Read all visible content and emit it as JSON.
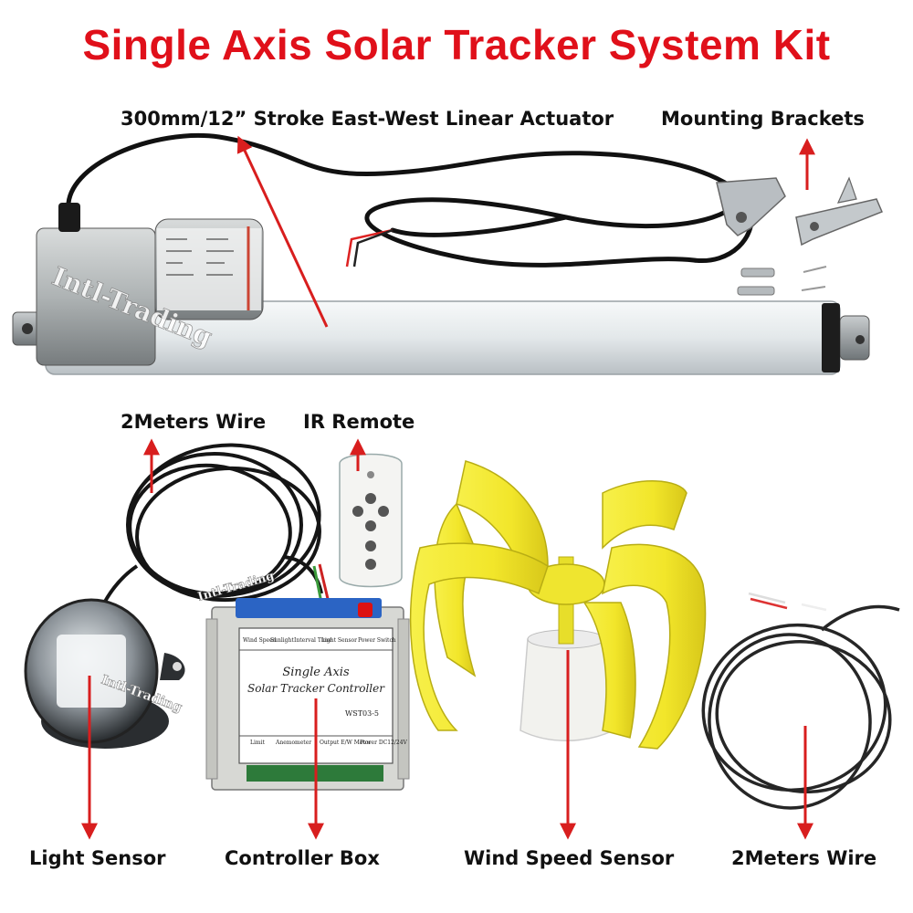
{
  "title": "Single Axis Solar Tracker System Kit",
  "labels": {
    "actuator": "300mm/12”  Stroke East-West Linear Actuator",
    "brackets": "Mounting Brackets",
    "wire_left": "2Meters Wire",
    "remote": "IR Remote",
    "light_sensor": "Light Sensor",
    "controller_box": "Controller Box",
    "wind_sensor": "Wind Speed Sensor",
    "wire_right": "2Meters Wire"
  },
  "watermark": "Intl-Trading",
  "controller": {
    "line1": "Single Axis",
    "line2": "Solar Tracker Controller",
    "model": "WST03-5",
    "top_labels": [
      "Wind Speed",
      "Sunlight",
      "Interval Time",
      "Light Sensor",
      "Power Switch"
    ],
    "bottom_labels": [
      "Limit",
      "Anemometer",
      "Output E/W Motor",
      "Power DC12/24V"
    ]
  },
  "colors": {
    "title": "#e0101a",
    "arrow": "#d81e1e",
    "sail": "#f2ea2e",
    "actuator_tube": "#e8ecee"
  }
}
